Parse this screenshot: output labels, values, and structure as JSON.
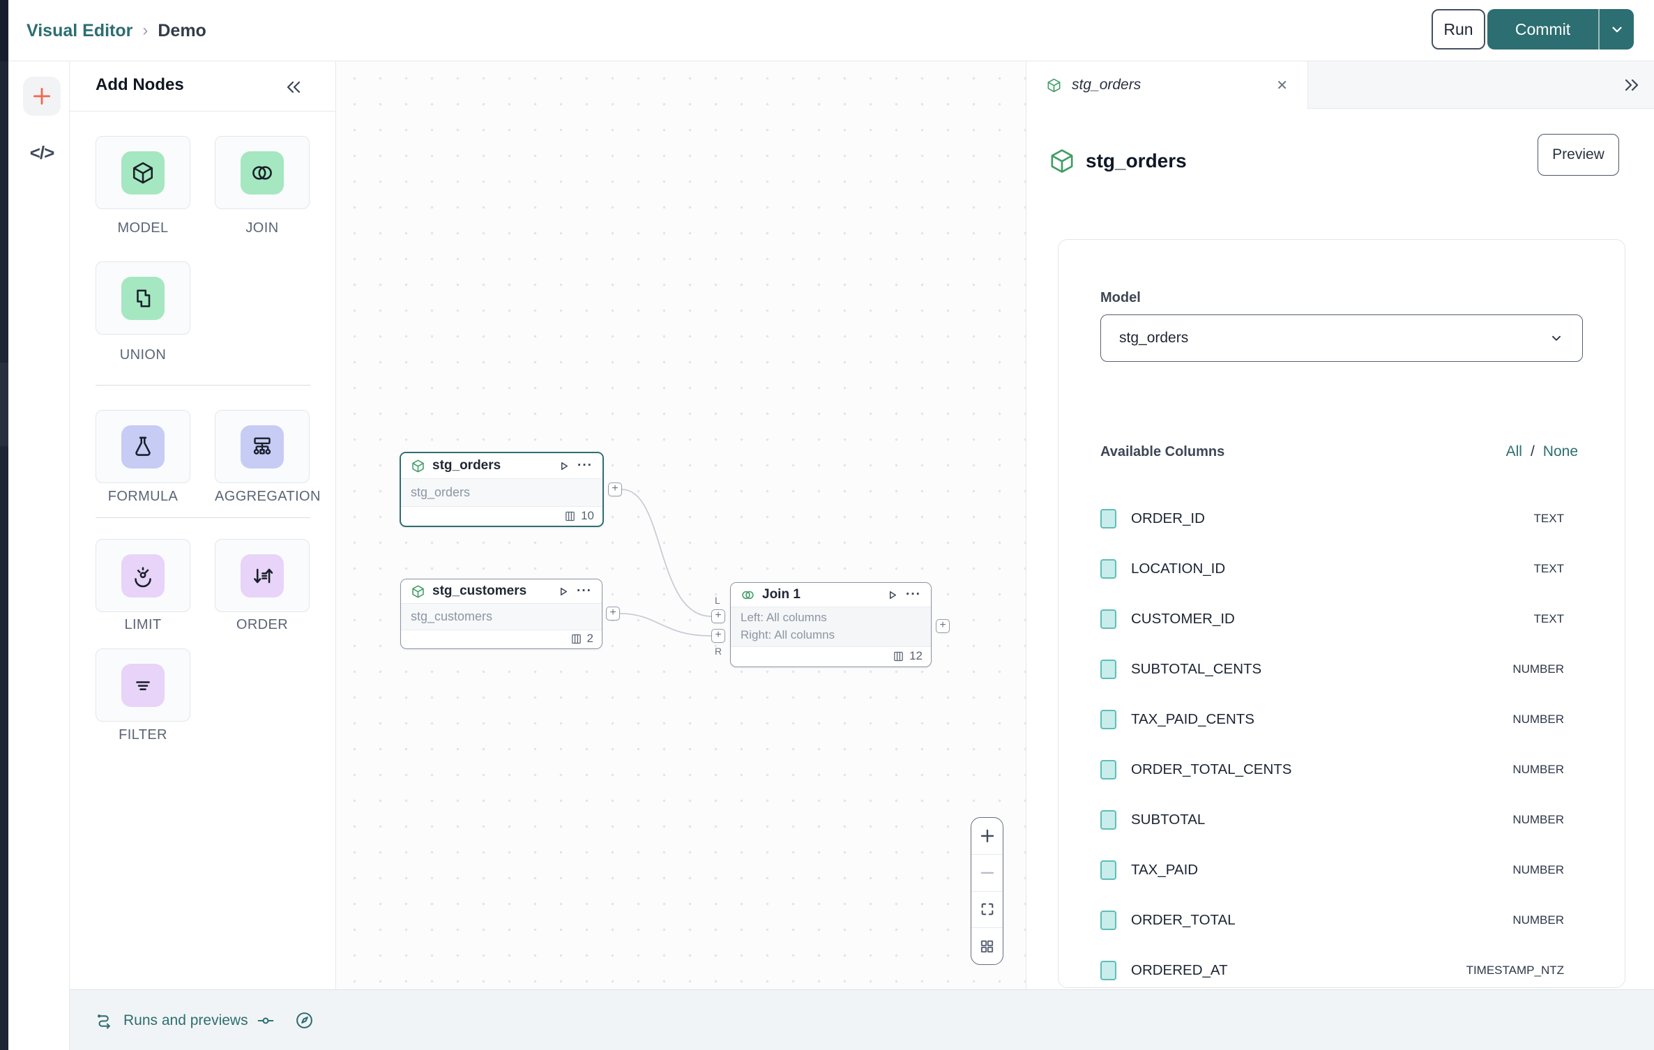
{
  "header": {
    "breadcrumb_root": "Visual Editor",
    "breadcrumb_sep": "›",
    "breadcrumb_current": "Demo",
    "run": "Run",
    "commit": "Commit"
  },
  "icons": {
    "plus": "+",
    "code": "</>",
    "close": "✕",
    "ellipsis": "···",
    "port_plus": "+"
  },
  "add_nodes": {
    "title": "Add Nodes",
    "items": [
      {
        "label": "MODEL"
      },
      {
        "label": "JOIN"
      },
      {
        "label": "UNION"
      },
      {
        "label": "FORMULA"
      },
      {
        "label": "AGGREGATION"
      },
      {
        "label": "LIMIT"
      },
      {
        "label": "ORDER"
      },
      {
        "label": "FILTER"
      }
    ]
  },
  "canvas": {
    "nodes": {
      "orders": {
        "title": "stg_orders",
        "subtitle": "stg_orders",
        "count": "10"
      },
      "customers": {
        "title": "stg_customers",
        "subtitle": "stg_customers",
        "count": "2"
      },
      "join": {
        "title": "Join 1",
        "line1": "Left: All columns",
        "line2": "Right: All columns",
        "count": "12",
        "port_left": "L",
        "port_right": "R"
      }
    }
  },
  "inspector": {
    "tab_title": "stg_orders",
    "title": "stg_orders",
    "preview": "Preview",
    "model_label": "Model",
    "model_value": "stg_orders",
    "columns_label": "Available Columns",
    "select_all": "All",
    "select_sep": "/",
    "select_none": "None",
    "columns": [
      {
        "name": "ORDER_ID",
        "type": "TEXT"
      },
      {
        "name": "LOCATION_ID",
        "type": "TEXT"
      },
      {
        "name": "CUSTOMER_ID",
        "type": "TEXT"
      },
      {
        "name": "SUBTOTAL_CENTS",
        "type": "NUMBER"
      },
      {
        "name": "TAX_PAID_CENTS",
        "type": "NUMBER"
      },
      {
        "name": "ORDER_TOTAL_CENTS",
        "type": "NUMBER"
      },
      {
        "name": "SUBTOTAL",
        "type": "NUMBER"
      },
      {
        "name": "TAX_PAID",
        "type": "NUMBER"
      },
      {
        "name": "ORDER_TOTAL",
        "type": "NUMBER"
      },
      {
        "name": "ORDERED_AT",
        "type": "TIMESTAMP_NTZ"
      }
    ]
  },
  "footer": {
    "runs_label": "Runs and previews"
  }
}
